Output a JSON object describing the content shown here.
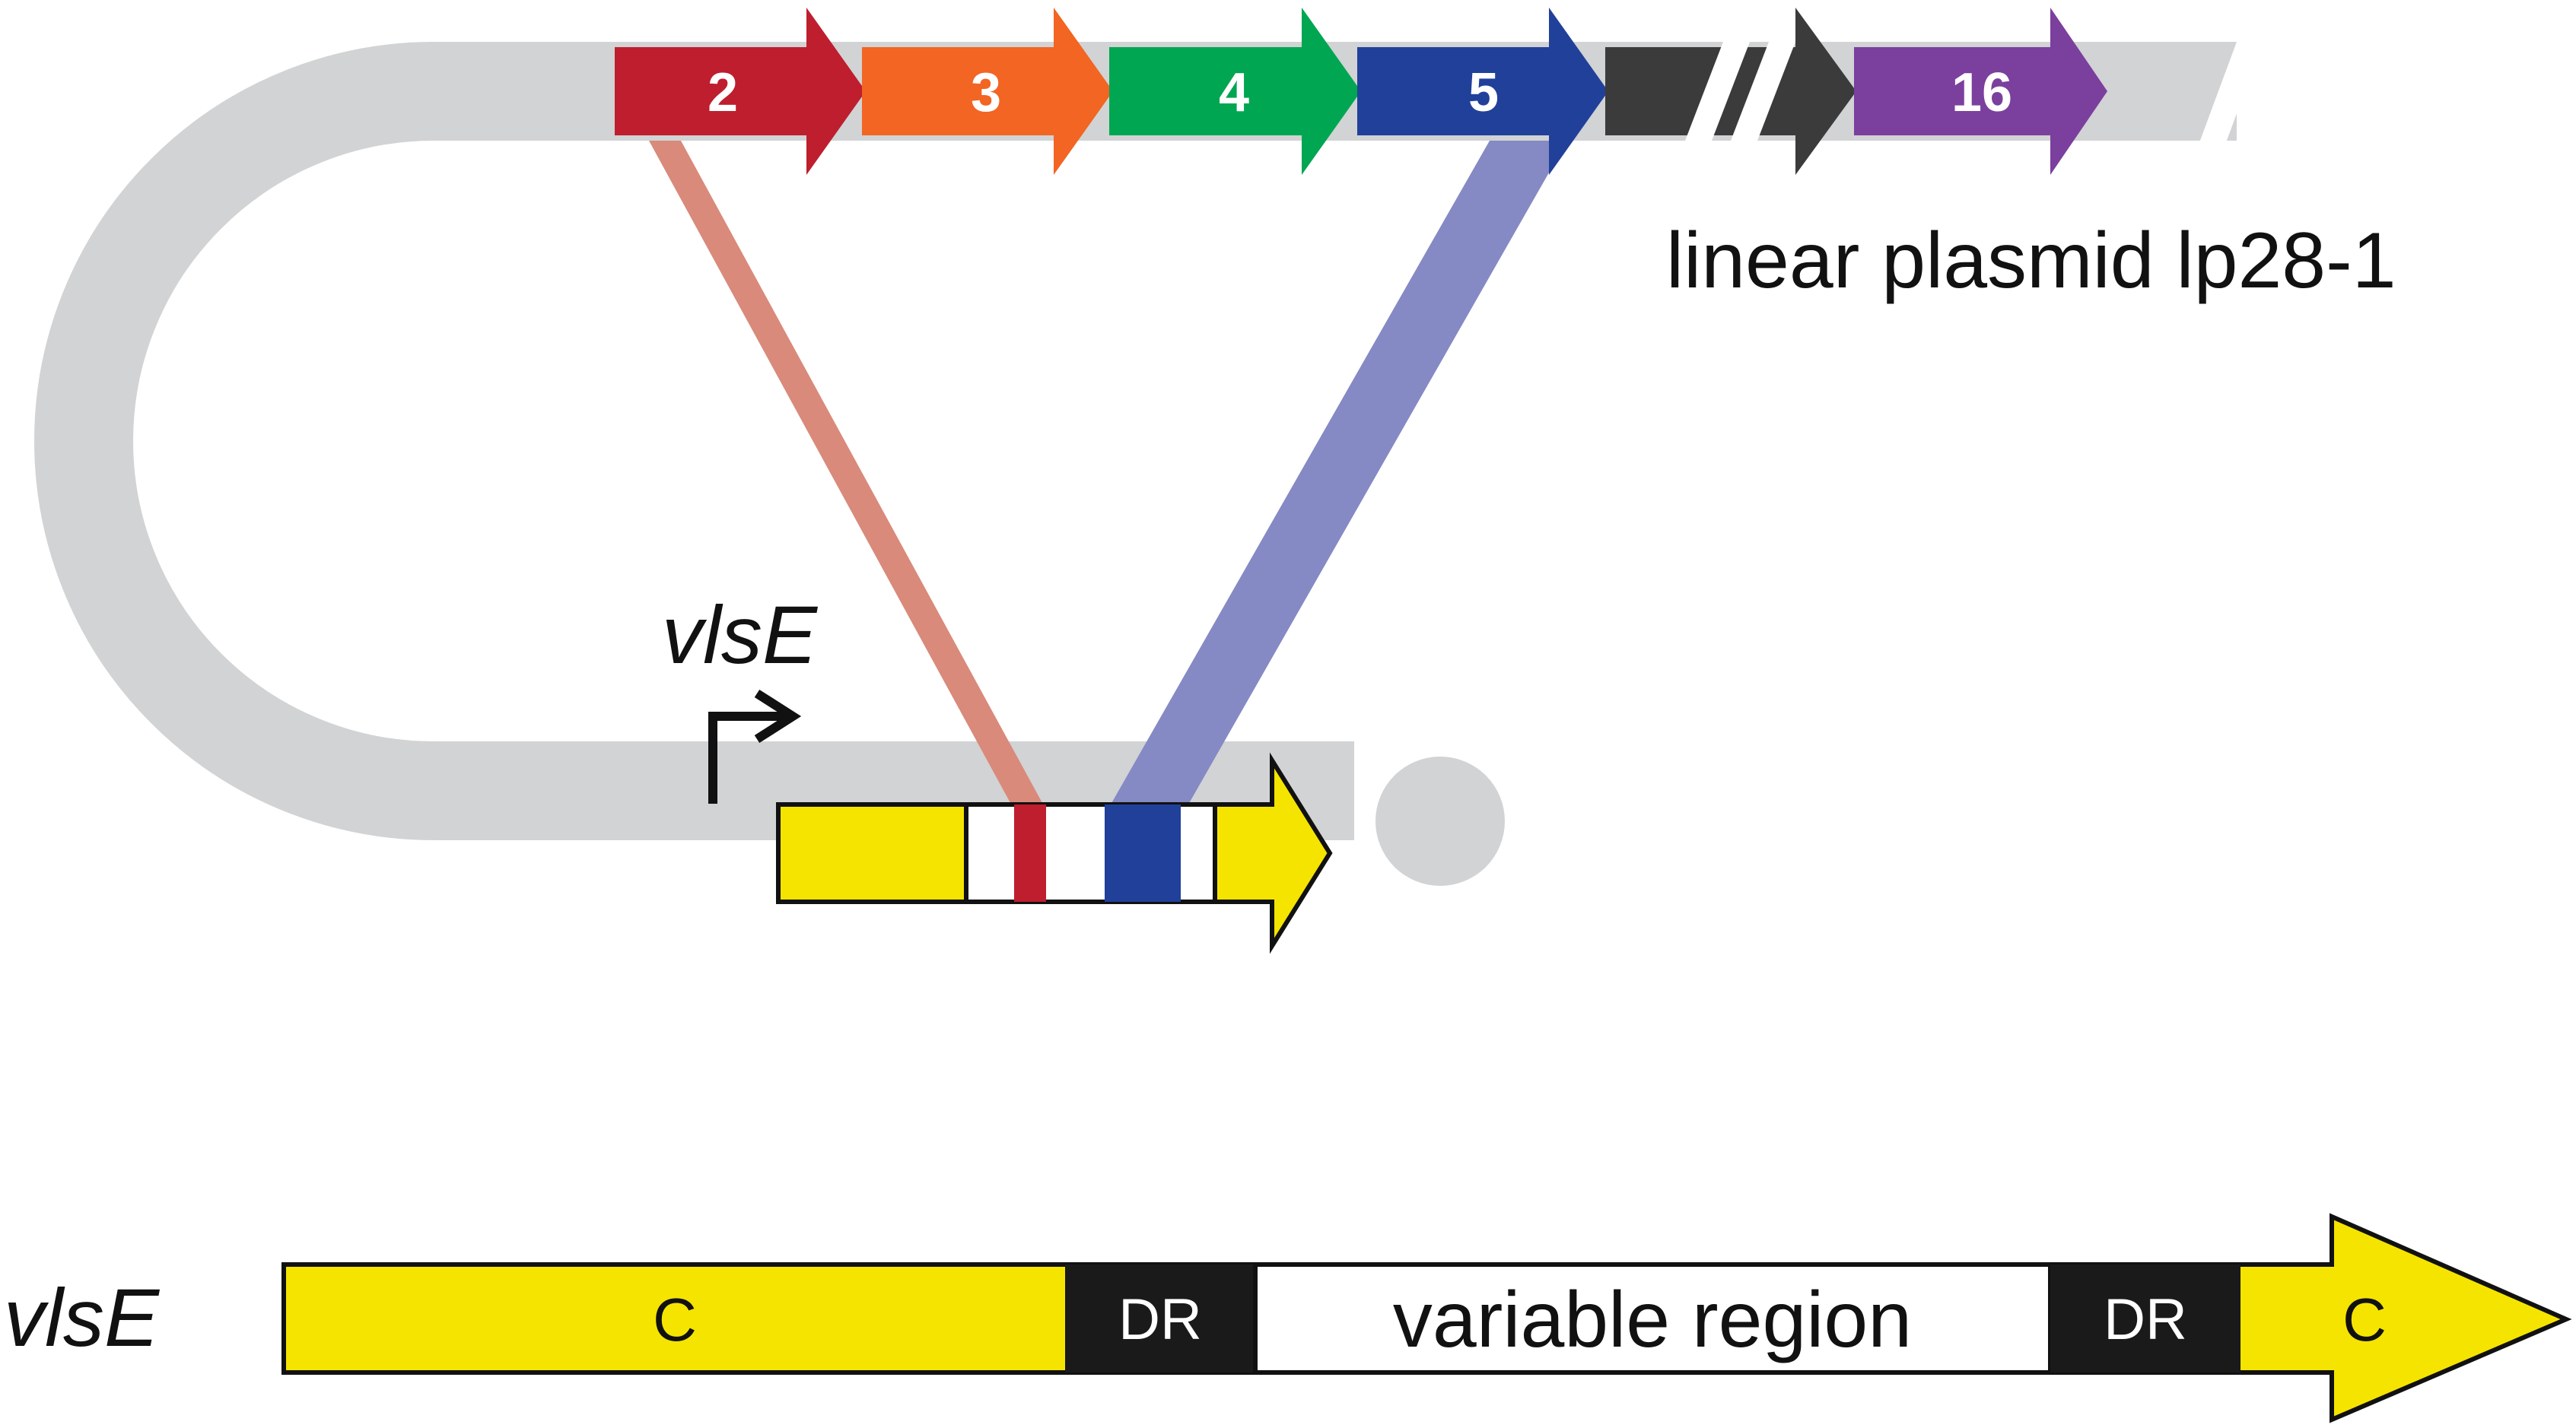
{
  "plasmid": {
    "label": "linear plasmid lp28-1",
    "cassettes": [
      {
        "label": "2",
        "color": "#be1e2d"
      },
      {
        "label": "3",
        "color": "#f26522"
      },
      {
        "label": "4",
        "color": "#00a651"
      },
      {
        "label": "5",
        "color": "#21409a"
      },
      {
        "label": "",
        "color": "#3b3b3b"
      },
      {
        "label": "16",
        "color": "#7b3f9e"
      }
    ],
    "track_color": "#d1d3d4"
  },
  "recombination": {
    "red_band_color": "#d98a7a",
    "blue_band_color": "#8589c4"
  },
  "expression_site": {
    "gene_label": "vlsE",
    "gene_color": "#f5e400"
  },
  "schematic": {
    "gene_label": "vlsE",
    "segments": [
      {
        "label": "C",
        "kind": "constant"
      },
      {
        "label": "DR",
        "kind": "direct-repeat"
      },
      {
        "label": "variable region",
        "kind": "variable"
      },
      {
        "label": "DR",
        "kind": "direct-repeat"
      },
      {
        "label": "C",
        "kind": "constant"
      }
    ],
    "colors": {
      "constant": "#f5e400",
      "repeat": "#1a1a1a",
      "variable": "#ffffff"
    }
  }
}
